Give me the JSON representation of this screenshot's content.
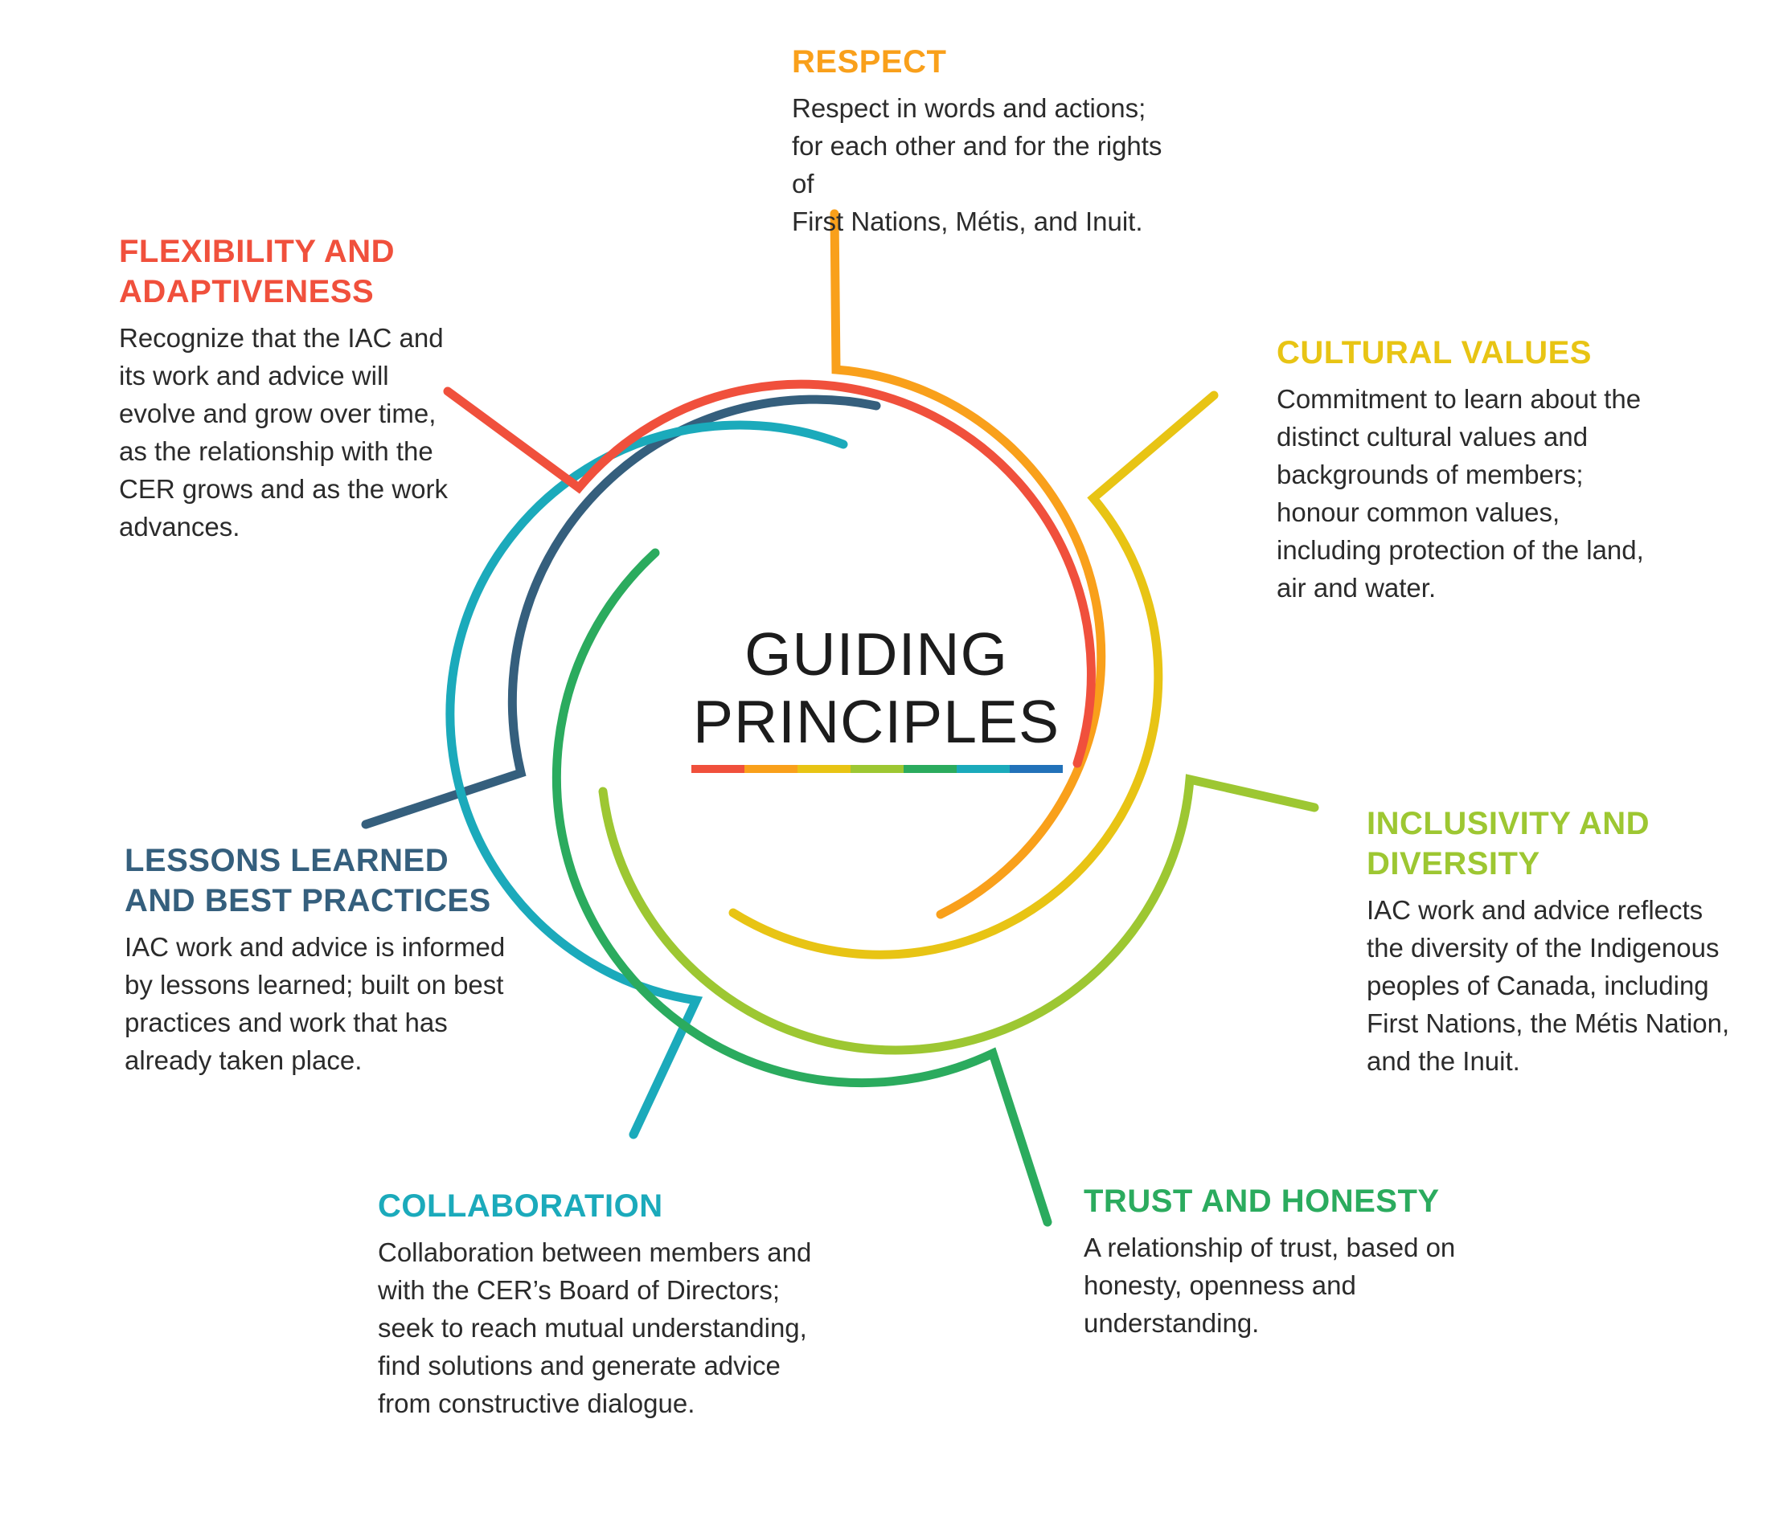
{
  "center": {
    "title_line1": "GUIDING",
    "title_line2": "PRINCIPLES"
  },
  "underline_colors": [
    "#F0503C",
    "#F9A01B",
    "#E8C414",
    "#9DC732",
    "#2BAB5E",
    "#1BAABB",
    "#2272B9"
  ],
  "principles": [
    {
      "key": "respect",
      "heading": "RESPECT",
      "body": "Respect in words and actions;\nfor each other and for the rights of\nFirst Nations, Métis, and Inuit.",
      "color": "#F9A01B"
    },
    {
      "key": "cultural-values",
      "heading": "CULTURAL VALUES",
      "body": "Commitment to learn about the\ndistinct cultural values and\nbackgrounds of members;\nhonour common values,\nincluding protection of the land,\nair and water.",
      "color": "#E8C414"
    },
    {
      "key": "inclusivity-diversity",
      "heading": "INCLUSIVITY AND\nDIVERSITY",
      "body": "IAC work and advice reflects\nthe diversity of the Indigenous\npeoples of Canada, including\nFirst Nations, the Métis Nation,\nand the Inuit.",
      "color": "#9DC732"
    },
    {
      "key": "trust-honesty",
      "heading": "TRUST AND HONESTY",
      "body": "A relationship of trust, based on\nhonesty, openness and\nunderstanding.",
      "color": "#2BAB5E"
    },
    {
      "key": "collaboration",
      "heading": "COLLABORATION",
      "body": "Collaboration between members and\nwith the CER’s Board of Directors;\nseek to reach mutual understanding,\nfind solutions and generate advice\nfrom constructive dialogue.",
      "color": "#1BAABB"
    },
    {
      "key": "lessons-learned",
      "heading": "LESSONS LEARNED\nAND BEST PRACTICES",
      "body": "IAC work and advice is informed\nby lessons learned; built on best\npractices and work that has\nalready taken place.",
      "color": "#355F7D"
    },
    {
      "key": "flexibility-adaptiveness",
      "heading": "FLEXIBILITY AND\nADAPTIVENESS",
      "body": "Recognize that the IAC and\nits work and advice will\nevolve and grow over time,\nas the relationship with the\nCER grows and as the work\nadvances.",
      "color": "#F0503C"
    }
  ]
}
